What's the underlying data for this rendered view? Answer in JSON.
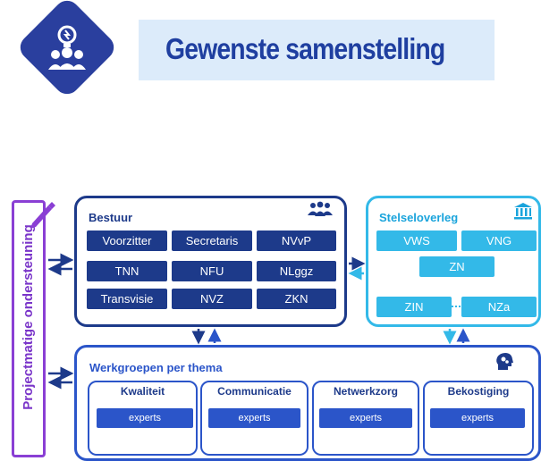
{
  "header": {
    "title": "Gewenste samenstelling",
    "logo_icon": "lightbulb-team-icon"
  },
  "sidebar": {
    "label": "Projectmatige ondersteuning",
    "icon": "pen-icon"
  },
  "bestuur": {
    "title": "Bestuur",
    "icon": "people-icon",
    "members": [
      "Voorzitter",
      "Secretaris",
      "NVvP",
      "TNN",
      "NFU",
      "NLggz",
      "Transvisie",
      "NVZ",
      "ZKN"
    ]
  },
  "stelseloverleg": {
    "title": "Stelseloverleg",
    "icon": "building-icon",
    "members": [
      "VWS",
      "VNG",
      "ZN",
      "ZIN",
      "NZa"
    ]
  },
  "werkgroepen": {
    "title": "Werkgroepen per thema",
    "icon": "head-gears-icon",
    "groups": [
      {
        "name": "Kwaliteit",
        "role": "experts"
      },
      {
        "name": "Communicatie",
        "role": "experts"
      },
      {
        "name": "Netwerkzorg",
        "role": "experts"
      },
      {
        "name": "Bekostiging",
        "role": "experts"
      }
    ]
  },
  "colors": {
    "navy": "#1d3a8a",
    "cyan": "#33b9e8",
    "blue": "#2b55c9",
    "purple": "#8a3fd4",
    "title_band": "#dcebfa"
  }
}
